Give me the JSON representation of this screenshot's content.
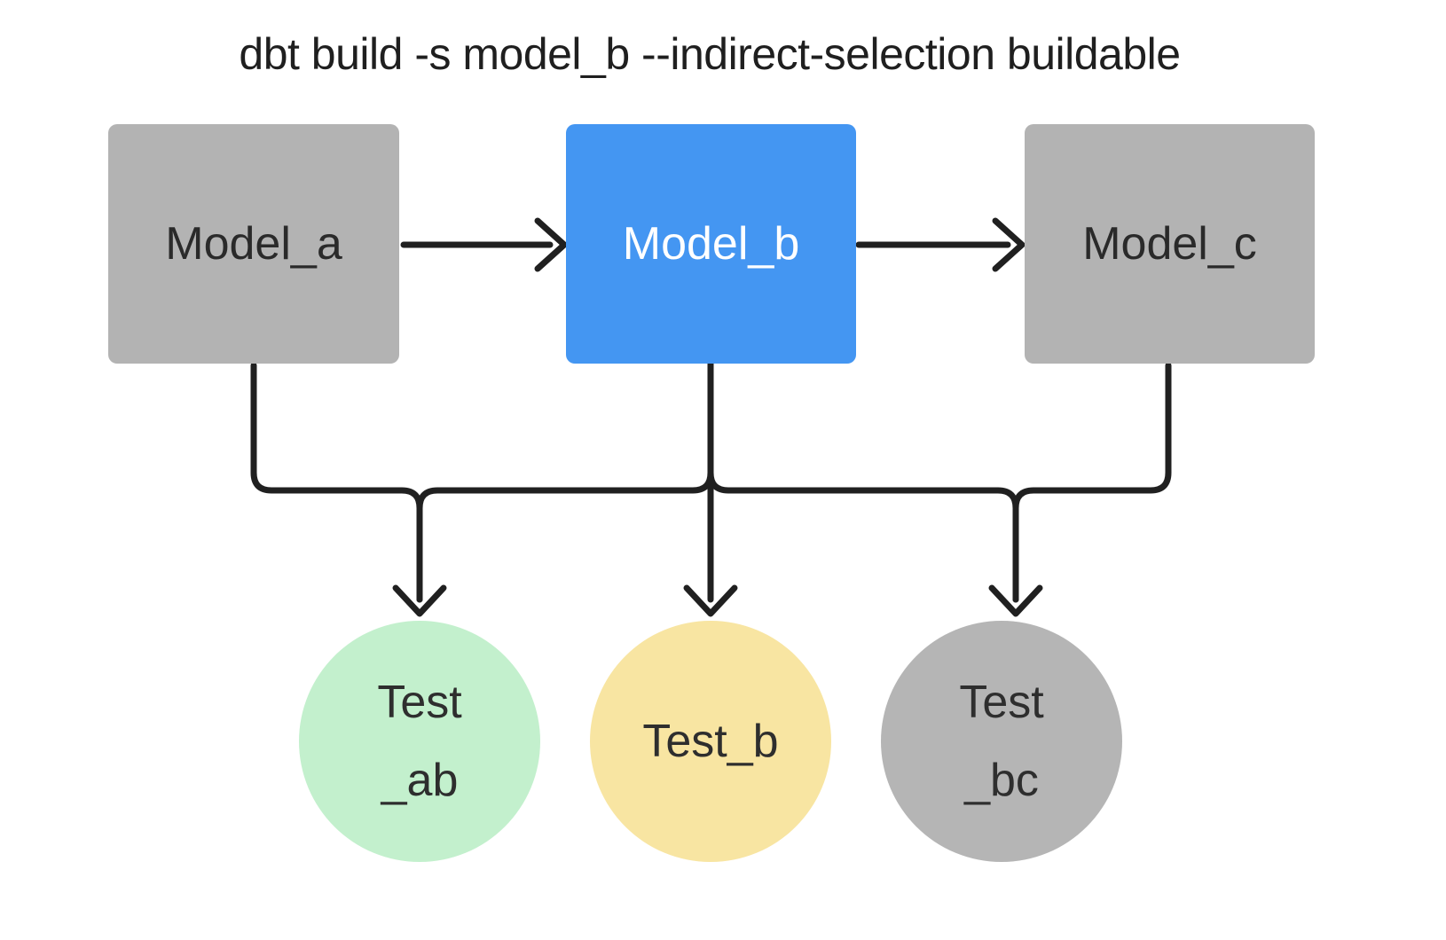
{
  "title": "dbt build -s model_b --indirect-selection buildable",
  "colors": {
    "background": "#FFFFFF",
    "edge": "#202020",
    "selected_model_blue": "#4496F2",
    "unselected_gray": "#B3B3B3",
    "test_green": "#C3F0CD",
    "test_yellow": "#F8E5A2",
    "test_gray": "#B5B5B5"
  },
  "models": [
    {
      "id": "model_a",
      "label": "Model_a",
      "fill": "#B3B3B3",
      "text_color": "#2A2A2A"
    },
    {
      "id": "model_b",
      "label": "Model_b",
      "fill": "#4496F2",
      "text_color": "#FFFFFF"
    },
    {
      "id": "model_c",
      "label": "Model_c",
      "fill": "#B3B3B3",
      "text_color": "#2A2A2A"
    }
  ],
  "tests": [
    {
      "id": "test_ab",
      "lines": [
        "Test",
        "_ab"
      ],
      "fill": "#C3F0CD",
      "text_color": "#2E2E2E"
    },
    {
      "id": "test_b",
      "lines": [
        "Test_b"
      ],
      "fill": "#F8E5A2",
      "text_color": "#2E2E2E"
    },
    {
      "id": "test_bc",
      "lines": [
        "Test",
        "_bc"
      ],
      "fill": "#B5B5B5",
      "text_color": "#2E2E2E"
    }
  ],
  "edges": [
    {
      "from": "model_a",
      "to": "model_b"
    },
    {
      "from": "model_b",
      "to": "model_c"
    },
    {
      "from": "model_a",
      "to": "test_ab"
    },
    {
      "from": "model_b",
      "to": "test_ab"
    },
    {
      "from": "model_b",
      "to": "test_b"
    },
    {
      "from": "model_b",
      "to": "test_bc"
    },
    {
      "from": "model_c",
      "to": "test_bc"
    }
  ]
}
